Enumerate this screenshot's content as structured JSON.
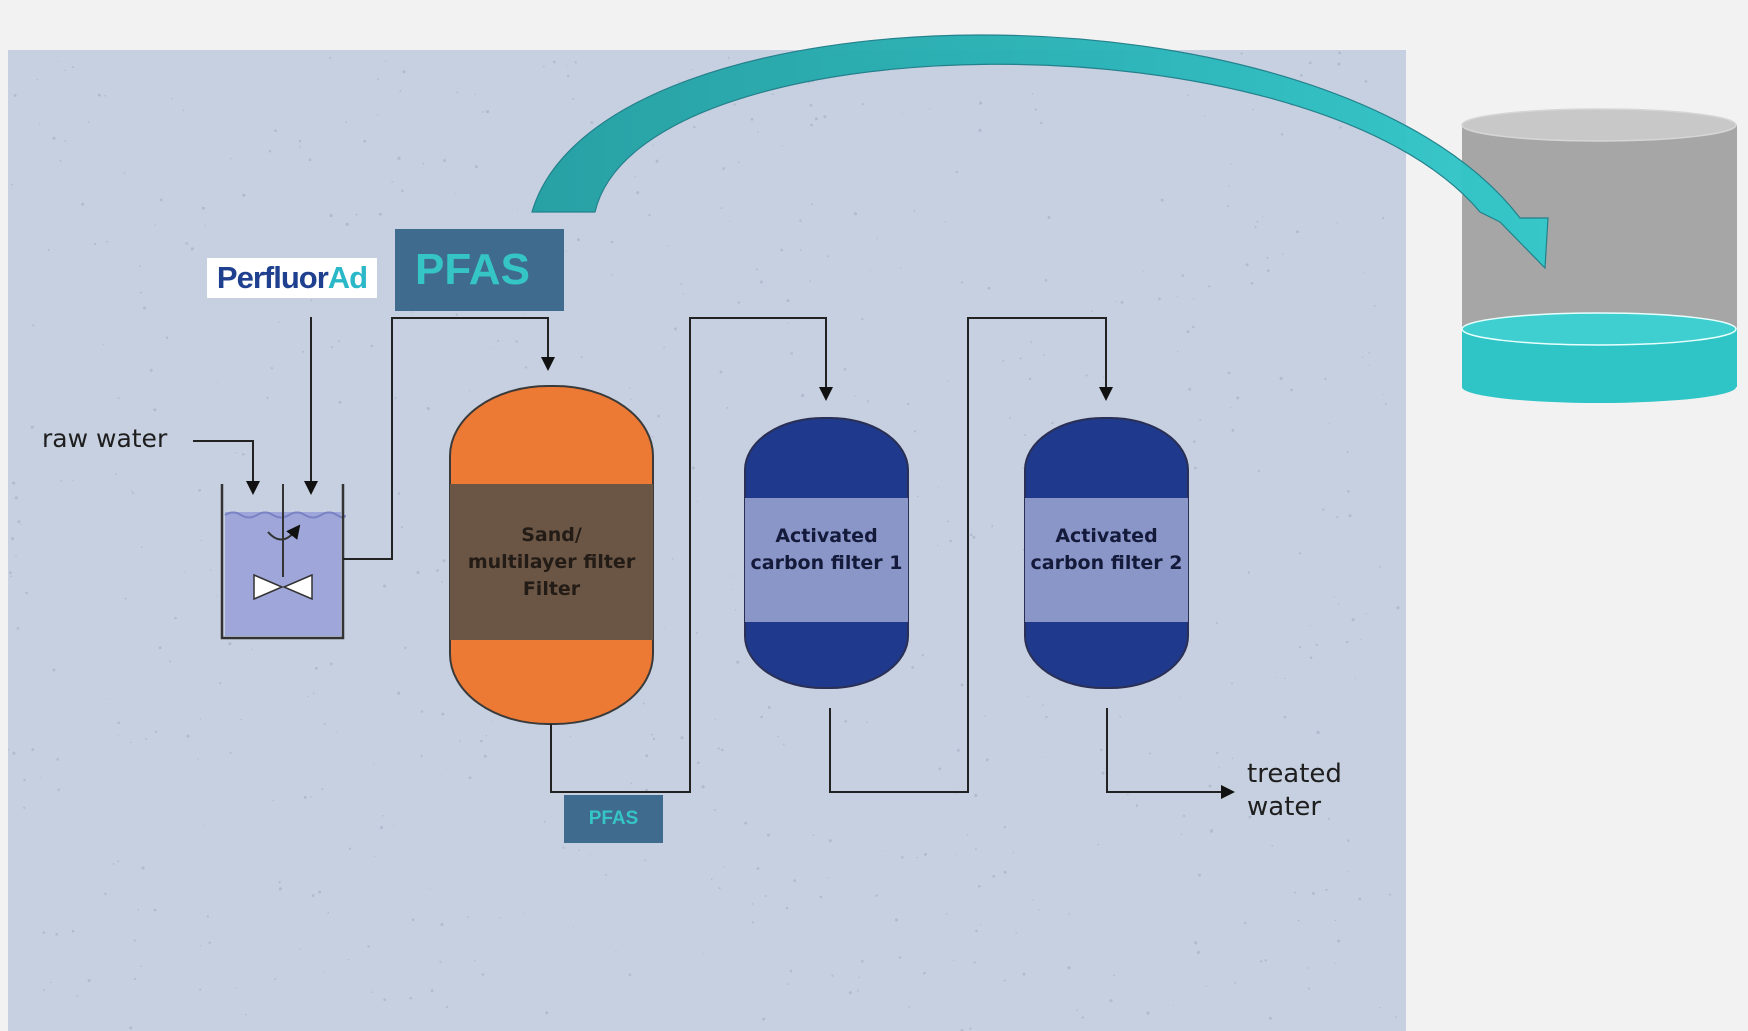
{
  "labels": {
    "raw_water": "raw water",
    "treated_water_line1": "treated",
    "treated_water_line2": "water"
  },
  "logo": {
    "text_dark": "Perfluor",
    "text_accent": "Ad",
    "dark_color": "#1f3f8f",
    "accent_color": "#2ab8c8"
  },
  "pfas_badges": {
    "large": "PFAS",
    "small": "PFAS"
  },
  "vessels": {
    "sand_filter": {
      "line1": "Sand/",
      "line2": "multilayer filter",
      "line3": "Filter"
    },
    "carbon_1": {
      "line1": "Activated",
      "line2": "carbon filter 1"
    },
    "carbon_2": {
      "line1": "Activated",
      "line2": "carbon filter 2"
    }
  },
  "colors": {
    "panel_bg": "#c6d0e0",
    "sand_orange": "#ec7a35",
    "sand_brown": "#6b5545",
    "carbon_dark_blue": "#1f3a8c",
    "carbon_light_blue": "#8a95c8",
    "pfas_box": "#3f6b8e",
    "teal_arrow": "#2fc4c6",
    "container_grey": "#a6a6a6"
  }
}
